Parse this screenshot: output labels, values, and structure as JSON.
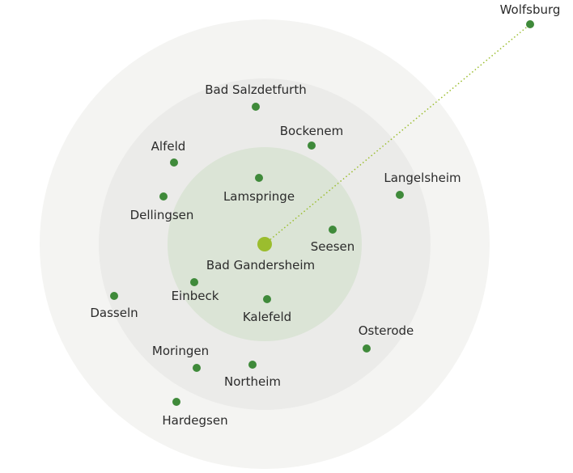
{
  "colors": {
    "outer_ring": "#f4f4f2",
    "middle_ring": "#ebebe9",
    "inner_ring": "#dbe4d6",
    "center_dot": "#9bbd2e",
    "town_dot": "#3f8a3a",
    "connector": "#9bbd2e"
  },
  "center": {
    "name": "Bad Gandersheim"
  },
  "towns": {
    "wolfsburg": "Wolfsburg",
    "bad_salzdetfurth": "Bad Salzdetfurth",
    "bockenem": "Bockenem",
    "alfeld": "Alfeld",
    "langelsheim": "Langelsheim",
    "lamspringe": "Lamspringe",
    "dellingsen": "Dellingsen",
    "seesen": "Seesen",
    "einbeck": "Einbeck",
    "dasseln": "Dasseln",
    "kalefeld": "Kalefeld",
    "osterode": "Osterode",
    "moringen": "Moringen",
    "northeim": "Northeim",
    "hardegsen": "Hardegsen"
  }
}
